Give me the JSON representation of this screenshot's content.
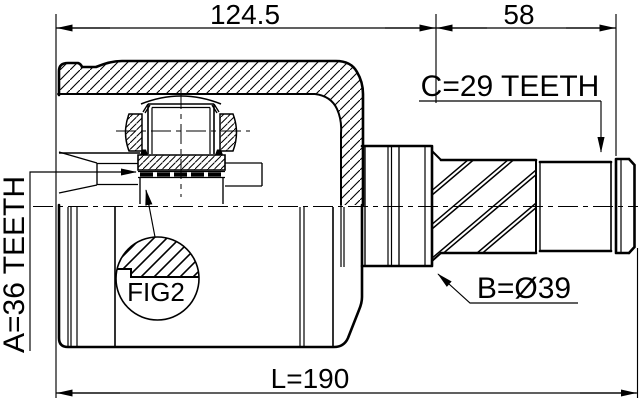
{
  "drawing": {
    "dimensions": {
      "housing_length": "124.5",
      "spline_length": "58",
      "overall_length": "L=190"
    },
    "labels": {
      "inner_spline": "A=36 TEETH",
      "outer_spline": "C=29 TEETH",
      "shaft_diameter": "B=Ø39",
      "detail_ref": "FIG2"
    },
    "colors": {
      "line": "#000000",
      "background": "#ffffff"
    }
  }
}
